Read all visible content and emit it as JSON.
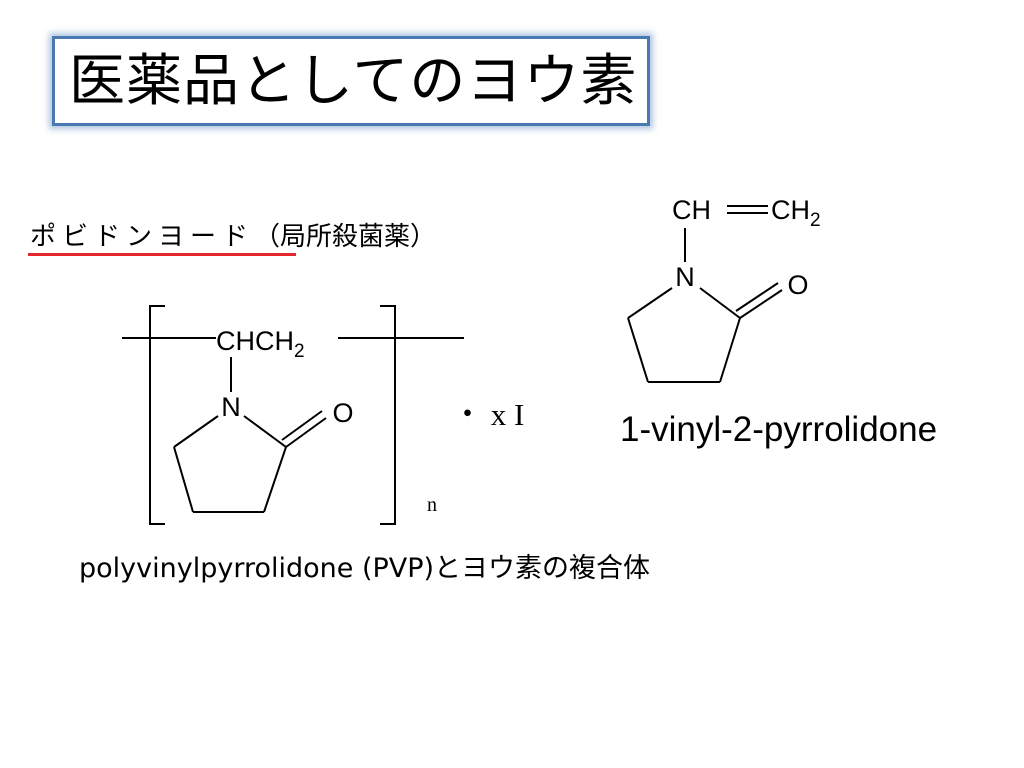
{
  "slide": {
    "title": "医薬品としてのヨウ素",
    "drug_name": "ポビドンヨード",
    "drug_category": "（局所殺菌薬）",
    "caption": "polyvinylpyrrolidone (PVP)とヨウ素の複合体",
    "monomer_name": "1-vinyl-2-pyrrolidone"
  },
  "polymer": {
    "backbone_group": "CHCH",
    "backbone_subscript": "2",
    "nitrogen": "N",
    "oxygen": "O",
    "repeat_subscript": "n",
    "iodine_complex": "・ x I"
  },
  "monomer": {
    "vinyl_left": "CH",
    "vinyl_right": "CH",
    "vinyl_subscript": "2",
    "nitrogen": "N",
    "oxygen": "O"
  },
  "colors": {
    "title_border": "#4a78b0",
    "underline": "#e5262b"
  }
}
